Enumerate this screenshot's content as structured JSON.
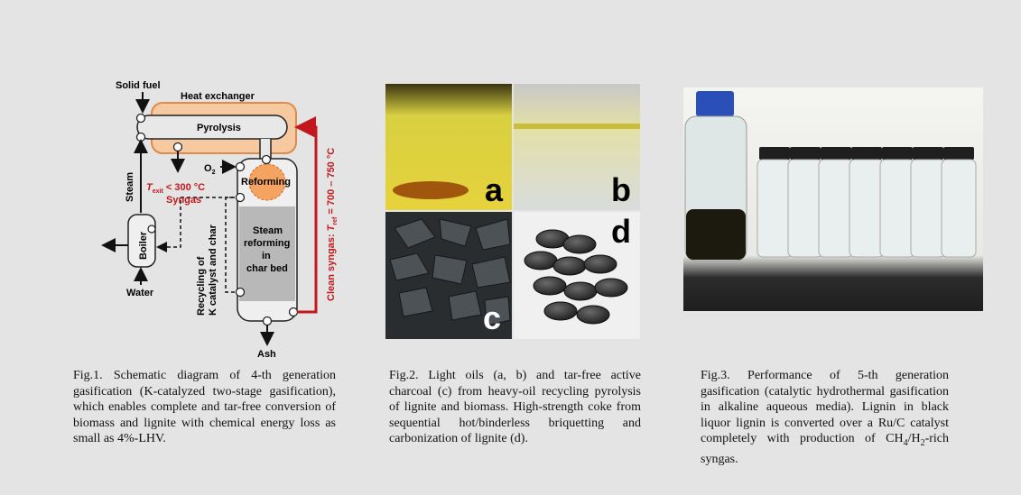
{
  "fig1": {
    "labels": {
      "solid_fuel": "Solid fuel",
      "heat_exchanger": "Heat exchanger",
      "pyrolysis": "Pyrolysis",
      "o2": "O",
      "o2_sub": "2",
      "reforming": "Reforming",
      "steam": "Steam",
      "texit_t": "T",
      "texit_sub": "exit",
      "texit_rest": " < 300 °C",
      "syngas": "Syngas",
      "boiler": "Boiler",
      "water": "Water",
      "recycling_1": "Recycling of",
      "recycling_2": "K catalyst and char",
      "steam_ref_1": "Steam",
      "steam_ref_2": "reforming",
      "steam_ref_3": "in",
      "steam_ref_4": "char bed",
      "ash": "Ash",
      "clean_syngas_a": "Clean syngas: ",
      "clean_syngas_t": "T",
      "clean_syngas_sub": "ref",
      "clean_syngas_b": " = 700 – 750 °C"
    },
    "caption": "Fig.1. Schematic diagram of 4-th generation gasification (K-catalyzed two-stage gasification), which enables complete and tar-free conversion of biomass and lignite with chemical energy loss as small as 4%-LHV."
  },
  "fig2": {
    "letters": [
      "a",
      "b",
      "c",
      "d"
    ],
    "caption": "Fig.2. Light oils (a, b) and tar-free active charcoal (c) from heavy-oil recycling pyrolysis of lignite and biomass. High-strength coke from sequential hot/binderless briquetting and carbonization of lignite (d)."
  },
  "fig3": {
    "caption_a": "Fig.3. Performance of 5-th generation gasification (catalytic hydrothermal gasification in alkaline aqueous media). Lignin in black liquor lignin is converted over a Ru/C catalyst completely with production of CH",
    "caption_sub1": "4",
    "caption_b": "/H",
    "caption_sub2": "2",
    "caption_c": "-rich syngas.",
    "colors": {
      "cap": "#1f1f1f",
      "liquid": "#1c1a0f",
      "bluecap": "#2a4fb8"
    }
  },
  "colors": {
    "accent_red": "#c0181c",
    "hx_fill": "#f6c9a0",
    "hx_stroke": "#e08a4a",
    "reform_fill": "#f4a460",
    "vessel_grey": "#b8b8b8"
  }
}
